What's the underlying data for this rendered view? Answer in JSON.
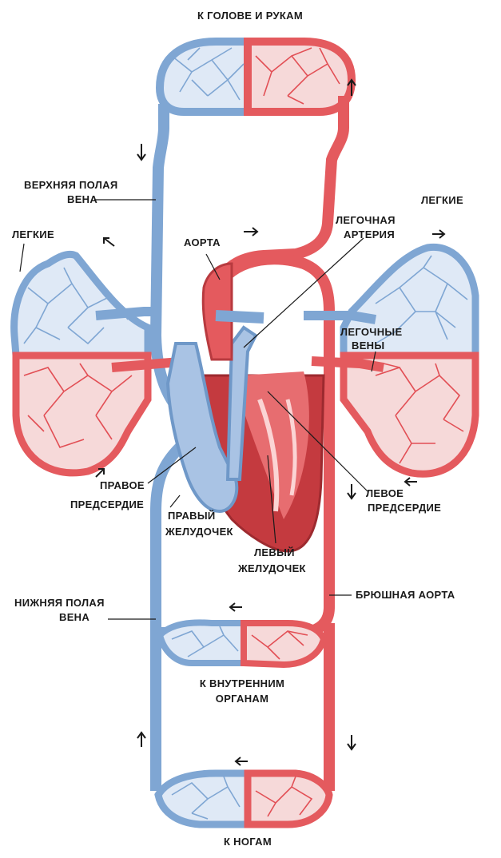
{
  "labels": {
    "head_arms": "К ГОЛОВЕ И РУКАМ",
    "svc_line1": "ВЕРХНЯЯ ПОЛАЯ",
    "svc_line2": "ВЕНА",
    "lungs_left": "ЛЕГКИЕ",
    "lungs_right": "ЛЕГКИЕ",
    "aorta": "АОРТА",
    "pulm_artery_line1": "ЛЕГОЧНАЯ",
    "pulm_artery_line2": "АРТЕРИЯ",
    "pulm_veins_line1": "ЛЕГОЧНЫЕ",
    "pulm_veins_line2": "ВЕНЫ",
    "right_atrium_line1": "ПРАВОЕ",
    "right_atrium_line2": "ПРЕДСЕРДИЕ",
    "right_ventricle_line1": "ПРАВЫЙ",
    "right_ventricle_line2": "ЖЕЛУДОЧЕК",
    "left_atrium_line1": "ЛЕВОЕ",
    "left_atrium_line2": "ПРЕДСЕРДИЕ",
    "left_ventricle_line1": "ЛЕВЫЙ",
    "left_ventricle_line2": "ЖЕЛУДОЧЕК",
    "ivc_line1": "НИЖНЯЯ ПОЛАЯ",
    "ivc_line2": "ВЕНА",
    "abdominal_aorta": "БРЮШНАЯ АОРТА",
    "internal_organs_line1": "К ВНУТРЕННИМ",
    "internal_organs_line2": "ОРГАНАМ",
    "legs": "К НОГАМ"
  },
  "colors": {
    "oxygenated": "#e45a5e",
    "deoxygenated": "#7fa6d3",
    "heart": "#c43a3f",
    "text": "#1a1a1a"
  }
}
